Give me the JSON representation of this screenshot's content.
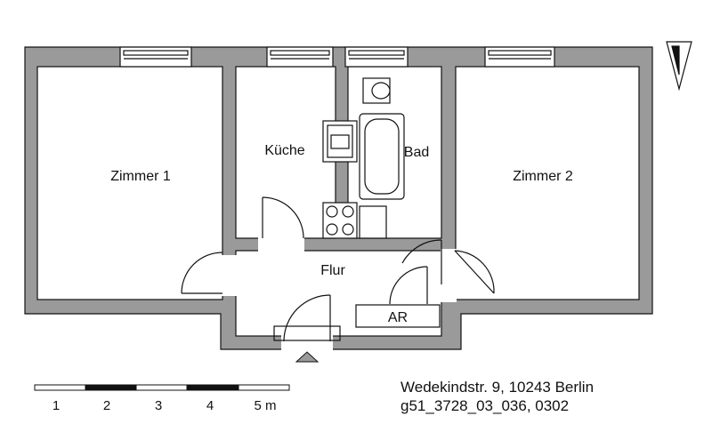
{
  "rooms": {
    "zimmer1": "Zimmer 1",
    "kueche": "Küche",
    "bad": "Bad",
    "zimmer2": "Zimmer 2",
    "flur": "Flur",
    "ar": "AR"
  },
  "scale_bar": {
    "ticks": [
      "1",
      "2",
      "3",
      "4",
      "5 m"
    ]
  },
  "address": {
    "line1": "Wedekindstr. 9, 10243 Berlin",
    "line2": "g51_3728_03_036, 0302"
  },
  "colors": {
    "wall": "#9a9a9a",
    "line": "#111111"
  }
}
